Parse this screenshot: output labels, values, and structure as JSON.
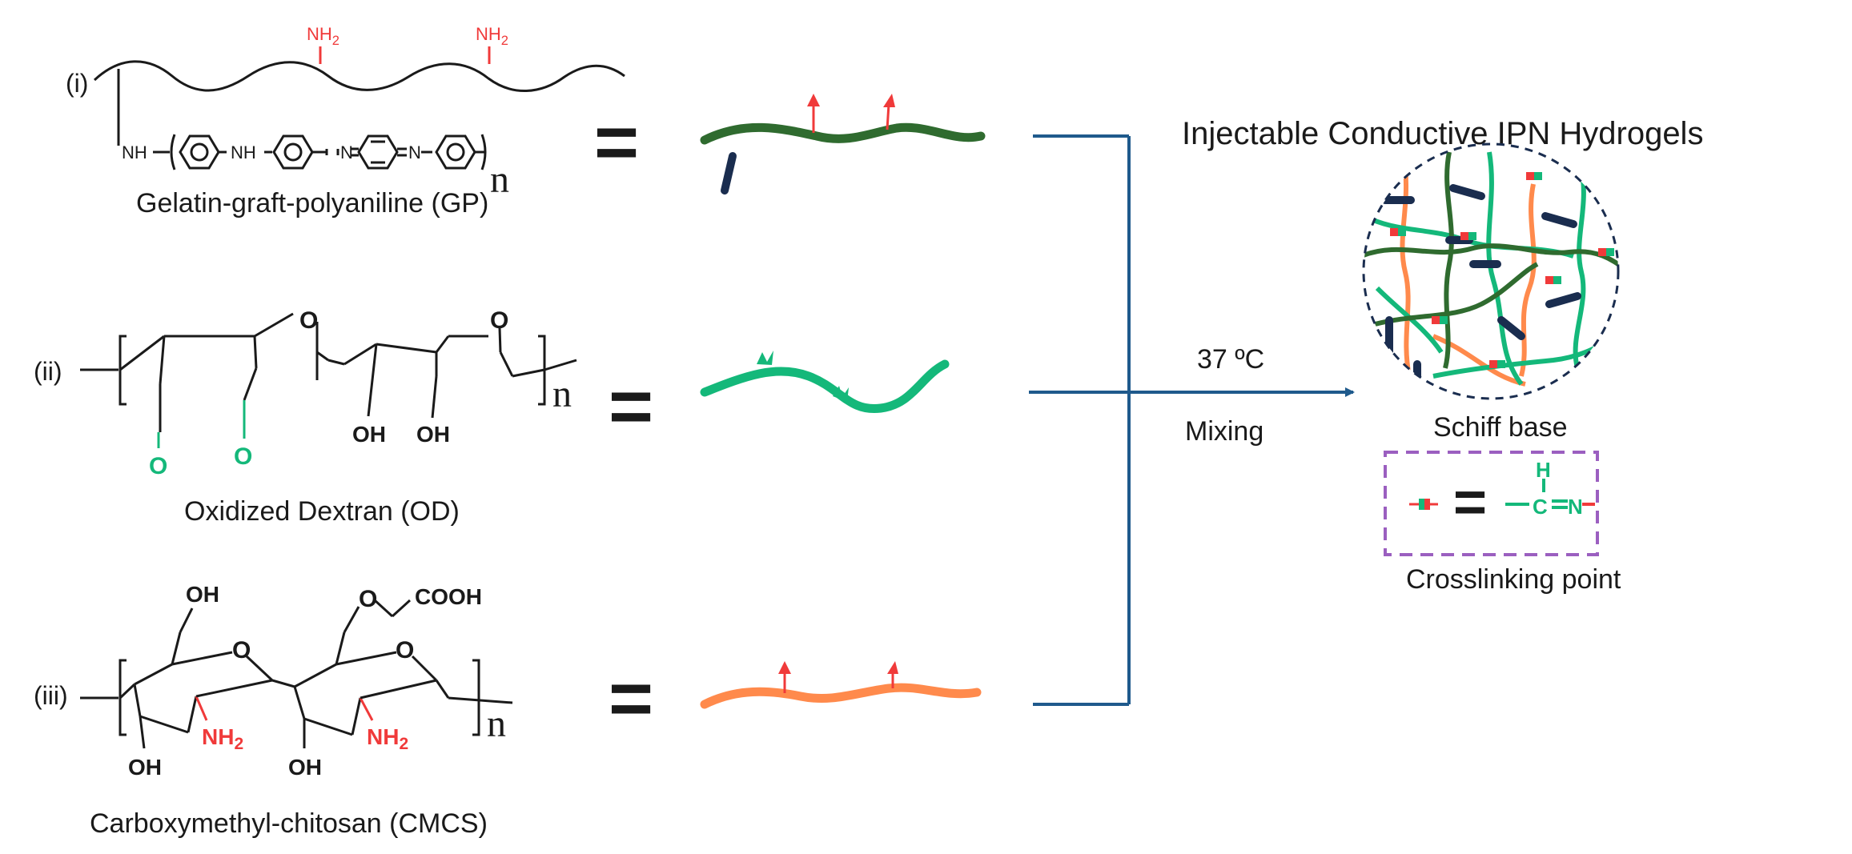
{
  "colors": {
    "black": "#1a1a1a",
    "red": "#f03a3a",
    "green_light": "#14b87a",
    "green_dark": "#2f6b2f",
    "orange": "#ff8a4c",
    "navy": "#1a2d4f",
    "blue_line": "#1f5a8c",
    "purple": "#9b5fc0"
  },
  "title": "Injectable Conductive IPN Hydrogels",
  "polymers": [
    {
      "roman": "(i)",
      "name": "Gelatin-graft-polyaniline (GP)",
      "amine_label": "NH2",
      "nh_label": "NH",
      "n_label": "N",
      "repeat": "n"
    },
    {
      "roman": "(ii)",
      "name": "Oxidized Dextran (OD)",
      "o_label": "O",
      "oh_label": "OH",
      "repeat": "n"
    },
    {
      "roman": "(iii)",
      "name": "Carboxymethyl-chitosan (CMCS)",
      "oh_label": "OH",
      "o_label": "O",
      "cooh_label": "COOH",
      "amine_label": "NH2",
      "repeat": "n"
    }
  ],
  "equals_sign": "=",
  "conditions": {
    "temperature": "37 ºC",
    "action": "Mixing"
  },
  "network_label": "Schiff base",
  "legend": {
    "label": "Crosslinking point",
    "h_label": "H",
    "c_label": "C",
    "n_label": "N",
    "equals": "="
  }
}
